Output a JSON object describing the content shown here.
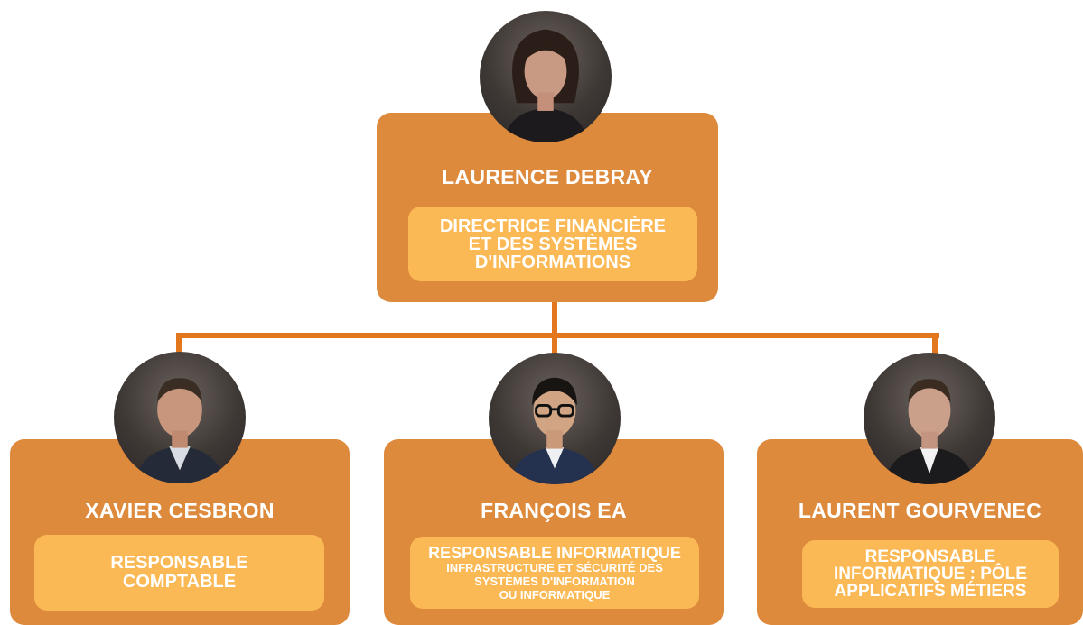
{
  "colors": {
    "card": "#de8a3c",
    "role_box": "#fbb955",
    "connector": "#e2771e",
    "text": "#ffffff"
  },
  "director": {
    "name": "LAURENCE DEBRAY",
    "role_lines": [
      "DIRECTRICE FINANCIÈRE",
      "ET DES SYSTÈMES",
      "D'INFORMATIONS"
    ]
  },
  "reports": [
    {
      "name": "XAVIER CESBRON",
      "role_lines": [
        "RESPONSABLE",
        "COMPTABLE"
      ]
    },
    {
      "name": "FRANÇOIS EA",
      "role_title": "RESPONSABLE INFORMATIQUE",
      "role_lines": [
        "INFRASTRUCTURE ET SÉCURITÉ DES",
        "SYSTÈMES D'INFORMATION",
        "OU INFORMATIQUE"
      ]
    },
    {
      "name": "LAURENT GOURVENEC",
      "role_lines": [
        "RESPONSABLE",
        "INFORMATIQUE : PÔLE",
        "APPLICATIFS MÉTIERS"
      ]
    }
  ]
}
